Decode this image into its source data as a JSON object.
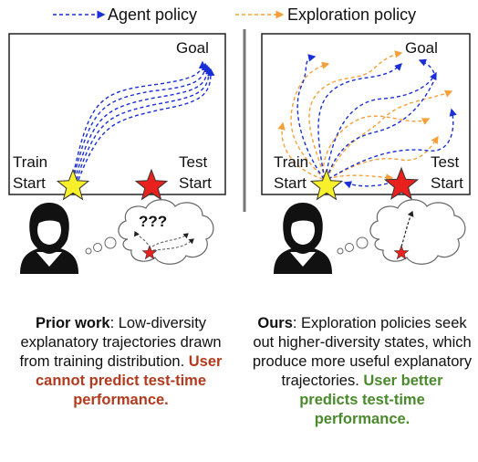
{
  "legend": {
    "agent": "Agent policy",
    "exploration": "Exploration policy"
  },
  "left_panel": {
    "goal": "Goal",
    "train_start_1": "Train",
    "train_start_2": "Start",
    "test_start_1": "Test",
    "test_start_2": "Start",
    "thought": "???"
  },
  "right_panel": {
    "goal": "Goal",
    "train_start_1": "Train",
    "train_start_2": "Start",
    "test_start_1": "Test",
    "test_start_2": "Start"
  },
  "captions": {
    "left": {
      "bold": "Prior work",
      "text": ": Low-diversity explanatory trajectories drawn from training distribution. ",
      "highlight": "User cannot predict test-time performance."
    },
    "right": {
      "bold": "Ours",
      "text": ": Exploration policies seek out higher-diversity states, which produce more useful explanatory trajectories. ",
      "highlight": "User better predicts test-time performance."
    }
  },
  "colors": {
    "agent": "#1a2fd6",
    "exploration": "#f5a03a",
    "star_yellow": "#f7f02a",
    "star_red": "#e8211f",
    "caption_red": "#b23a1e",
    "caption_green": "#4a8a2c"
  }
}
